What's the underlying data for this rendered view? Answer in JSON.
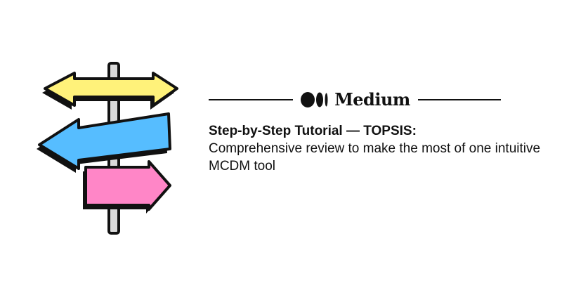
{
  "brand": {
    "name": "Medium"
  },
  "article": {
    "title_bold": "Step-by-Step Tutorial — TOPSIS:",
    "subtitle": "Comprehensive review to make the most of one intuitive MCDM tool"
  },
  "colors": {
    "background": "#ffffff",
    "ink": "#111111",
    "pole": "#d9d9d9",
    "sign_top": "#fff27a",
    "sign_middle": "#56bdff",
    "sign_bottom": "#ff86c7"
  }
}
